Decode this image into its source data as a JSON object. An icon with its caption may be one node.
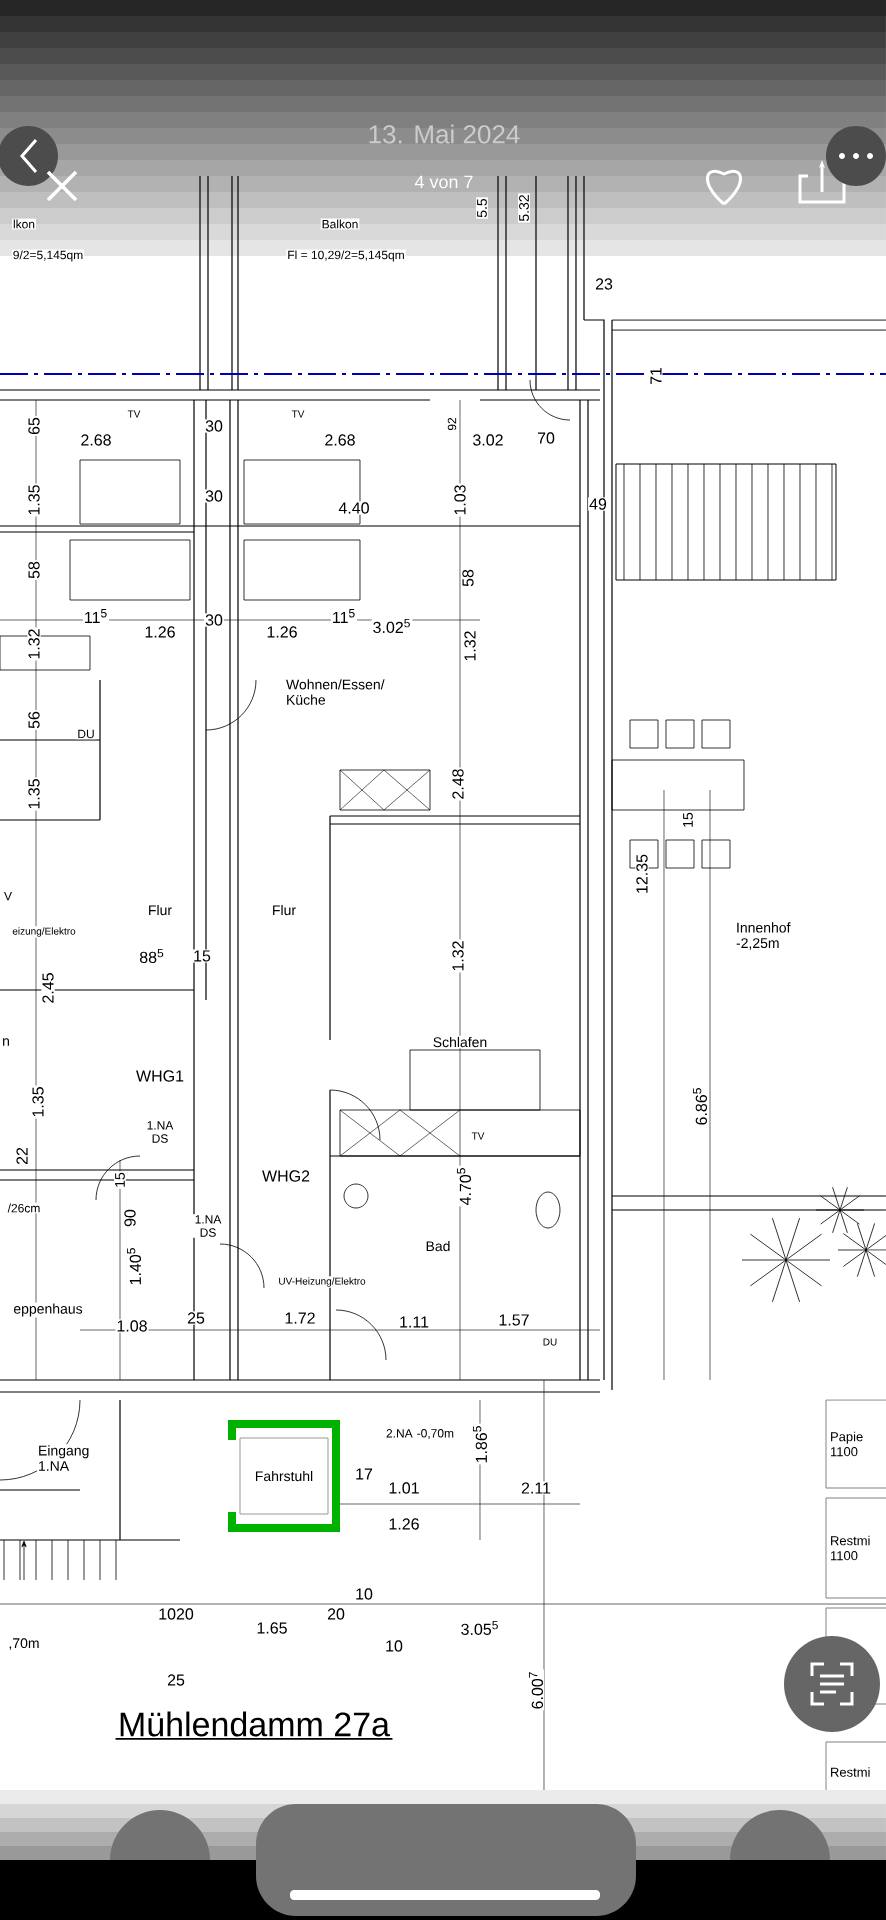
{
  "diagram": {
    "title": "Mühlendamm 27a",
    "nodes": [
      {
        "text": [
          "Fahrstuhl"
        ]
      },
      {
        "text": [
          "Papie 1100"
        ]
      },
      {
        "text": [
          "Restmi 1100"
        ]
      },
      {
        "text": [],
        "shape": "box"
      },
      {
        "text": [
          "Restmi"
        ]
      }
    ],
    "edges": [],
    "labels": [
      "13. Mai 2024",
      "4 von 7",
      "lkon",
      "9/2=5,145qm",
      "Balkon",
      "Fl = 10,29/2=5,145qm",
      "5.5",
      "5.32",
      "23",
      "71",
      "65",
      "2.68",
      "TV",
      "30",
      "TV",
      "2.68",
      "92",
      "3.02",
      "70",
      "49",
      "1.35",
      "30",
      "4.40",
      "1.03",
      "58",
      "58",
      "11$^{5}$",
      "1.26",
      "30",
      "1.26",
      "11$^{5}$",
      "3.02$^{5}$",
      "1.32",
      "1.32",
      "Wohnen/Essen/ Küche",
      "56",
      "DU",
      "1.35",
      "2.48",
      "Flur",
      "Flur",
      "V",
      "eizung/Elektro",
      "88$^{5}$",
      "15",
      "2.45",
      "12.35",
      "15",
      "Innenhof -2,25m",
      "1.32",
      "n",
      "Schlafen",
      "6.86$^{5}$",
      "WHG1",
      "1.35",
      "1.NA DS",
      "22",
      "TV",
      "WHG2",
      "4.70$^{5}$",
      "/26cm",
      "15",
      "90",
      "1.NA DS",
      "Bad",
      "1.40$^{5}$",
      "eppenhaus",
      "UV-Heizung/Elektro",
      "1.08",
      "25",
      "1.72",
      "1.11",
      "1.57",
      "DU",
      "Eingang 1.NA",
      "2.NA -0,70m",
      "1.86$^{5}$",
      "17",
      "1.01",
      "2.11",
      "1.26",
      ",70m",
      "1020",
      "1.65",
      "20",
      "10",
      "3.05$^{5}$",
      "10",
      "25",
      "6.00$^{7}$"
    ]
  }
}
